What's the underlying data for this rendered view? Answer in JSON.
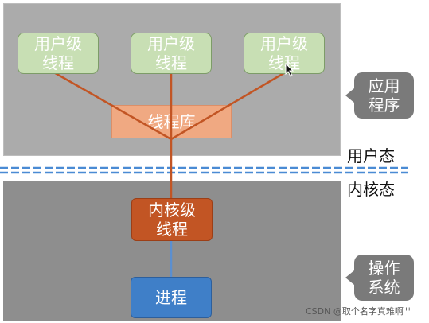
{
  "user_threads": [
    {
      "line1": "用户级",
      "line2": "线程"
    },
    {
      "line1": "用户级",
      "line2": "线程"
    },
    {
      "line1": "用户级",
      "line2": "线程"
    }
  ],
  "thread_library": "线程库",
  "kernel_thread": {
    "line1": "内核级",
    "line2": "线程"
  },
  "process": "进程",
  "badges": {
    "application": {
      "line1": "应用",
      "line2": "程序"
    },
    "os": {
      "line1": "操作",
      "line2": "系统"
    }
  },
  "modes": {
    "user": "用户态",
    "kernel": "内核态"
  },
  "watermark": "CSDN @取个名字真难啊艹",
  "colors": {
    "user_region": "#ababab",
    "kernel_region": "#8e8e8e",
    "user_thread": "#c8dfb4",
    "thread_library": "#f0a982",
    "kernel_thread": "#c25524",
    "process": "#3f7fc8",
    "connector_user": "#c25524",
    "connector_kernel": "#5b8fd0",
    "separator": "#4a8bd4",
    "badge": "#7a7a7a"
  }
}
